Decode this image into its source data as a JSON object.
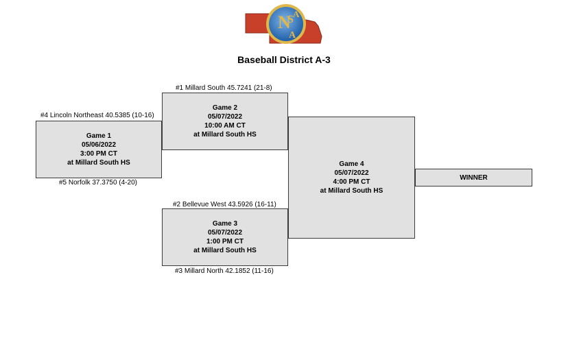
{
  "logo": {
    "text": "NSAA"
  },
  "title": "Baseball District A-3",
  "teams": {
    "game1_top": "#4 Lincoln Northeast 40.5385 (10-16)",
    "game1_bottom": "#5 Norfolk 37.3750 (4-20)",
    "game2_top": "#1 Millard South 45.7241 (21-8)",
    "game3_top": "#2 Bellevue West 43.5926 (16-11)",
    "game3_bottom": "#3 Millard North 42.1852 (11-16)"
  },
  "games": {
    "g1": {
      "name": "Game 1",
      "date": "05/06/2022",
      "time": "3:00 PM CT",
      "site": "at Millard South HS"
    },
    "g2": {
      "name": "Game 2",
      "date": "05/07/2022",
      "time": "10:00 AM CT",
      "site": "at Millard South HS"
    },
    "g3": {
      "name": "Game 3",
      "date": "05/07/2022",
      "time": "1:00 PM CT",
      "site": "at Millard South HS"
    },
    "g4": {
      "name": "Game 4",
      "date": "05/07/2022",
      "time": "4:00 PM CT",
      "site": "at Millard South HS"
    }
  },
  "winner_label": "WINNER",
  "colors": {
    "box_fill": "#e1e1e1",
    "border": "#3a3a3a",
    "logo_red": "#c8402a",
    "logo_blue": "#2c6fb5",
    "logo_gold": "#e0b84a"
  }
}
